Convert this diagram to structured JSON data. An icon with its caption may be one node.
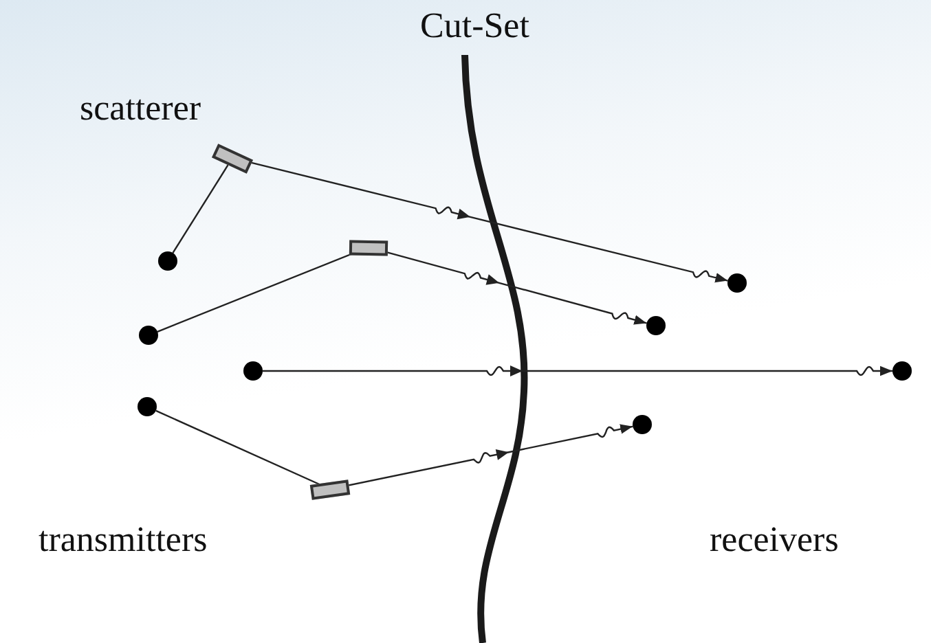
{
  "diagram": {
    "nodes": [
      {
        "text": [],
        "shape": "box"
      },
      {
        "text": [],
        "shape": "circle"
      },
      {
        "text": [],
        "shape": "box"
      },
      {
        "text": [],
        "shape": "circle"
      },
      {
        "text": [],
        "shape": "circle"
      },
      {
        "text": [],
        "shape": "circle"
      },
      {
        "text": [],
        "shape": "box"
      },
      {
        "text": [],
        "shape": "circle"
      },
      {
        "text": [],
        "shape": "circle"
      },
      {
        "text": [],
        "shape": "circle"
      },
      {
        "text": [],
        "shape": "circle"
      }
    ],
    "edges": [
      {
        "from": 1,
        "to": 0,
        "arrow": "none"
      },
      {
        "from": 0,
        "to": 7,
        "arrow": "to"
      },
      {
        "from": 3,
        "to": 2,
        "arrow": "none"
      },
      {
        "from": 2,
        "to": 8,
        "arrow": "to"
      },
      {
        "from": 4,
        "to": 9,
        "arrow": "to"
      },
      {
        "from": 5,
        "to": 6,
        "arrow": "none"
      },
      {
        "from": 6,
        "to": 10,
        "arrow": "to"
      }
    ],
    "labels": [
      "Cut-Set",
      "scatterer",
      "transmitters",
      "receivers"
    ]
  }
}
